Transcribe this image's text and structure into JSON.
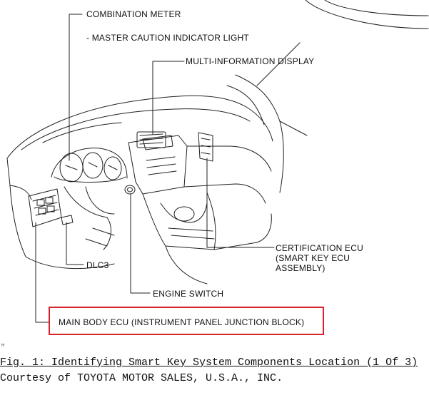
{
  "labels": {
    "combination_meter": "COMBINATION METER",
    "master_caution": "- MASTER CAUTION INDICATOR LIGHT",
    "multi_info_display": "MULTI-INFORMATION DISPLAY",
    "certification_ecu": [
      "CERTIFICATION ECU",
      "(SMART KEY ECU",
      "ASSEMBLY)"
    ],
    "dlc3": "DLC3",
    "engine_switch": "ENGINE SWITCH",
    "main_body_ecu": "MAIN BODY ECU (INSTRUMENT PANEL JUNCTION BLOCK)"
  },
  "page_mark": "H",
  "figure_caption": "Fig. 1: Identifying Smart Key System Components Location (1 Of 3)",
  "courtesy": "Courtesy of TOYOTA MOTOR SALES, U.S.A., INC.",
  "colors": {
    "highlight": "#d9232a",
    "lines": "#111111"
  }
}
